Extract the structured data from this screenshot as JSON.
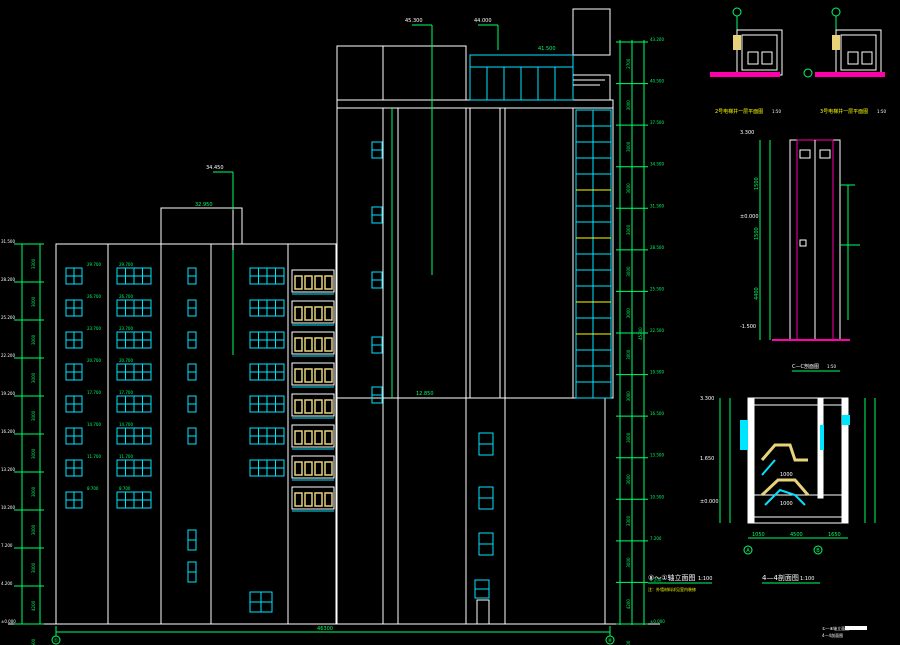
{
  "drawing": {
    "background": "#000000",
    "colors": {
      "outline": "#ffffff",
      "window": "#00e5ff",
      "dimension": "#00ff66",
      "annotation": "#ffff00",
      "section_red": "#ff00aa",
      "fill_yellow": "#e8d27a"
    }
  },
  "labels": {
    "elevation_title": "⑧～①轴立面图",
    "elevation_scale": "1:100",
    "elevation_note": "注：外墙材料详见室内装修",
    "section_44_title": "4—4剖面图",
    "section_44_scale": "1:100",
    "section_cc_title": "C—C剖面图",
    "section_cc_scale": "1:50",
    "elevator_plan_2_title": "2号电梯井一层平面图",
    "elevator_plan_2_scale": "1:50",
    "elevator_plan_3_title": "3号电梯井一层平面图",
    "elevator_plan_3_scale": "1:50",
    "overall_width": "46300",
    "axis_left": "①",
    "axis_right": "⑧",
    "axis_a": "A",
    "axis_b": "B",
    "legend_note": "①—⑧轴立面图",
    "legend_note2": "4—4剖面图",
    "dim_bottom_1": "1050",
    "dim_bottom_2": "4500",
    "dim_bottom_3": "1650",
    "sec44_level_top": "3.300",
    "sec44_level_mid": "1.650",
    "sec44_level_low": "±0.000",
    "sec44_dim_a": "1000",
    "sec44_dim_b": "1000",
    "cc_level_top": "3.300",
    "cc_level_mid": "±0.000",
    "cc_level_low": "-1.500",
    "cc_dim_1": "1500",
    "cc_dim_2": "1500",
    "cc_dim_3": "4400",
    "left_levels": [
      "31.500",
      "28.200",
      "25.200",
      "22.200",
      "19.200",
      "16.200",
      "13.200",
      "10.200",
      "7.200",
      "4.200",
      "±0.000"
    ],
    "left_dims": [
      "3300",
      "3000",
      "3000",
      "3000",
      "3000",
      "3000",
      "3000",
      "3000",
      "3000",
      "4200",
      "1500"
    ],
    "right_levels": [
      "43.200",
      "40.500",
      "37.500",
      "34.500",
      "31.500",
      "28.500",
      "25.500",
      "22.500",
      "19.500",
      "16.500",
      "13.500",
      "10.500",
      "7.200",
      "4.200",
      "±0.000"
    ],
    "right_dims": [
      "2700",
      "3000",
      "3000",
      "3000",
      "3000",
      "3000",
      "3000",
      "3000",
      "3000",
      "3000",
      "3000",
      "3300",
      "3000",
      "4200",
      "1500"
    ],
    "right_total": "45300",
    "floor_marks": [
      "29.700",
      "26.700",
      "23.700",
      "20.700",
      "17.700",
      "14.700",
      "11.700",
      "8.700",
      "5.700"
    ],
    "tower_marks": [
      "45.300",
      "44.000",
      "41.500"
    ],
    "roof_mark_left": "34.450",
    "parapet_mark": "32.950",
    "podium_mark": "12.850"
  }
}
